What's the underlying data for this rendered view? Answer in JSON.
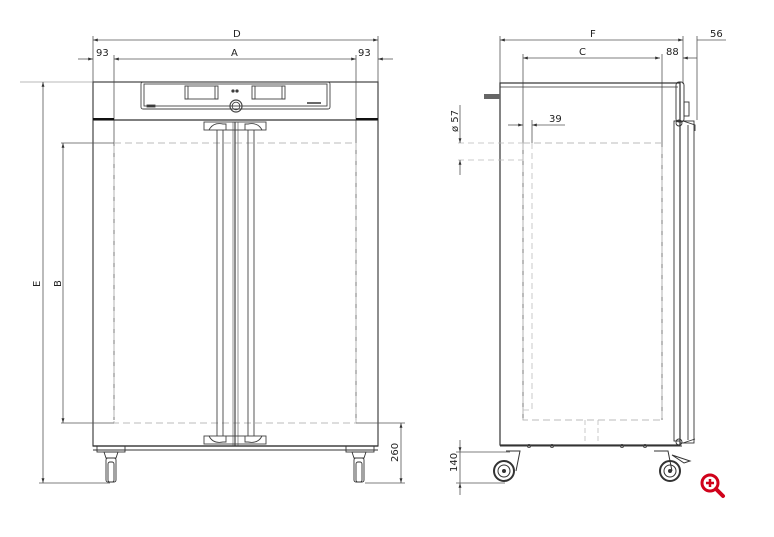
{
  "drawing": {
    "title": "Technical dimension drawing — twin-door appliance, front and side view",
    "front_view": {
      "dimensions": {
        "overall_width": "D",
        "interior_width": "A",
        "left_offset": "93",
        "right_offset": "93",
        "overall_height": "E",
        "interior_height": "B",
        "bottom_clearance": "260"
      }
    },
    "side_view": {
      "dimensions": {
        "overall_depth": "F",
        "interior_depth": "C",
        "door_depth": "88",
        "handle_depth": "56",
        "port_offset": "39",
        "port_diameter": "ø 57",
        "caster_height": "140"
      }
    }
  },
  "controls": {
    "zoom_icon": "zoom-in-icon",
    "accent_color": "#d0021b"
  },
  "colors": {
    "line": "#333333",
    "thin": "#777777",
    "dashed": "#bbbbbb"
  }
}
